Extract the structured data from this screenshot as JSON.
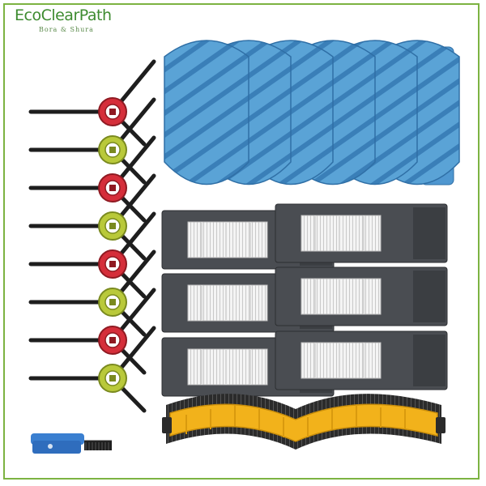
{
  "logo": {
    "title": "EcoClearPath",
    "subtitle": "Bora & Shura"
  },
  "colors": {
    "frame": "#7cb342",
    "logo": "#3d8b2f",
    "mop_cloth": "#5aa3d6",
    "mop_stripe": "#3a7fb8",
    "filter_frame": "#4a4d52",
    "filter_media": "#f2f2f2",
    "brush_hub_red": "#d52e3a",
    "brush_hub_green": "#b9c93a",
    "roller_core": "#f2b21b",
    "roller_bristle": "#2b2b2b",
    "tool_blue": "#3a7fd0"
  },
  "items": {
    "side_brushes": {
      "count": 8,
      "hub_colors": [
        "red",
        "green",
        "red",
        "green",
        "red",
        "green",
        "red",
        "green"
      ]
    },
    "mop_pads": {
      "count": 6,
      "icon": "mop-pad-icon"
    },
    "hepa_filters": {
      "count": 6,
      "icon": "hepa-filter-icon"
    },
    "main_roller_brush": {
      "count": 1,
      "icon": "roller-brush-icon"
    },
    "cleaning_tool": {
      "count": 1,
      "icon": "cleaning-tool-icon"
    }
  }
}
